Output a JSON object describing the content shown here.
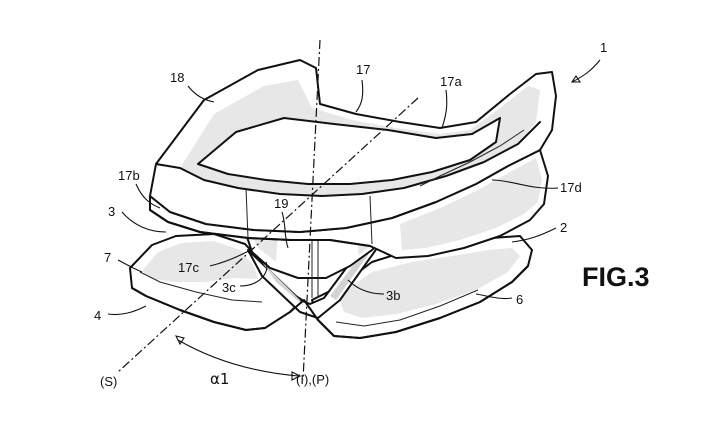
{
  "figure_label": "FIG.3",
  "labels": {
    "l1": "1",
    "l17": "17",
    "l17a": "17a",
    "l18": "18",
    "l17b": "17b",
    "l17d": "17d",
    "l19": "19",
    "l3": "3",
    "l2": "2",
    "l7": "7",
    "l17c": "17c",
    "l3c": "3c",
    "l3b": "3b",
    "l6": "6",
    "l4": "4",
    "lS": "(S)",
    "lIP": "(I),(P)",
    "alpha": "α1"
  }
}
